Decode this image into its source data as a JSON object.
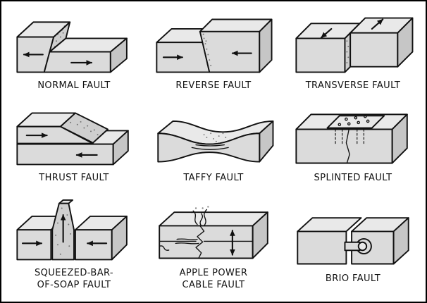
{
  "style": {
    "paper": "#ffffff",
    "ink": "#111111",
    "block_top": "#e9e9e9",
    "block_front": "#dbdbdb",
    "block_side": "#c6c6c6",
    "fault_face": "#cfcfcf"
  },
  "panels": [
    {
      "id": "normal-fault",
      "label_lines": [
        "NORMAL FAULT"
      ]
    },
    {
      "id": "reverse-fault",
      "label_lines": [
        "REVERSE FAULT"
      ]
    },
    {
      "id": "transverse-fault",
      "label_lines": [
        "TRANSVERSE FAULT"
      ]
    },
    {
      "id": "thrust-fault",
      "label_lines": [
        "THRUST FAULT"
      ]
    },
    {
      "id": "taffy-fault",
      "label_lines": [
        "TAFFY FAULT"
      ]
    },
    {
      "id": "splinted-fault",
      "label_lines": [
        "SPLINTED FAULT"
      ]
    },
    {
      "id": "squeezed-bar-of-soap-fault",
      "label_lines": [
        "SQUEEZED-BAR-",
        "OF-SOAP FAULT"
      ]
    },
    {
      "id": "apple-power-cable-fault",
      "label_lines": [
        "APPLE POWER",
        "CABLE FAULT"
      ]
    },
    {
      "id": "brio-fault",
      "label_lines": [
        "BRIO FAULT"
      ]
    }
  ]
}
